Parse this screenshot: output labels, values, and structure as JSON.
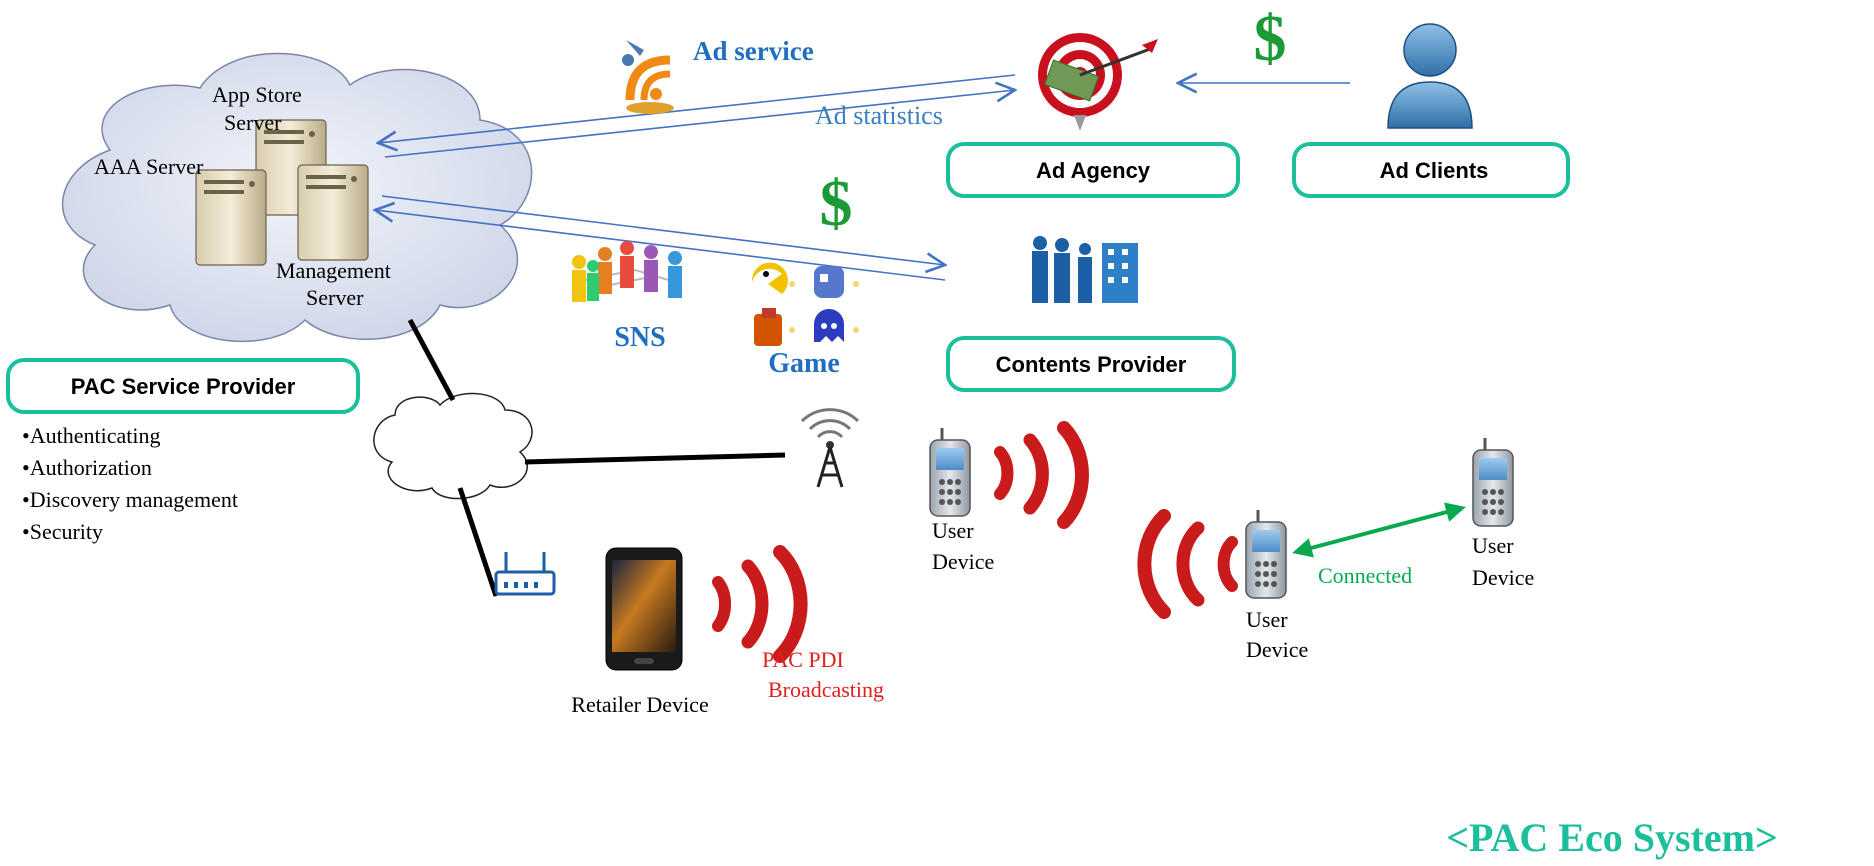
{
  "cloud_servers": {
    "app_store": [
      "App Store",
      "Server"
    ],
    "aaa": "AAA Server",
    "management": [
      "Management",
      "Server"
    ]
  },
  "ad_service": "Ad service",
  "ad_statistics": "Ad statistics",
  "boxes": {
    "ad_agency": "Ad Agency",
    "ad_clients": "Ad Clients",
    "contents_provider": "Contents Provider",
    "pac_service_provider": "PAC Service Provider"
  },
  "sns": "SNS",
  "game": "Game",
  "dollar": "$",
  "bullets": [
    "Authenticating",
    "Authorization",
    "Discovery management",
    "Security"
  ],
  "bullet_mark": "•",
  "user_device": [
    "User",
    "Device"
  ],
  "connected": "Connected",
  "retailer_device": "Retailer Device",
  "broadcast": [
    "PAC PDI",
    "Broadcasting"
  ],
  "title": "<PAC Eco System>",
  "colors": {
    "teal": "#1bbf9c",
    "arrow_blue": "#4472c4",
    "label_blue": "#1f6fc1",
    "text_blue": "#3b7fc0",
    "green": "#0aa84f",
    "red": "#e02020",
    "dollar": "#1c9a35",
    "wave": "#c91b1b"
  }
}
